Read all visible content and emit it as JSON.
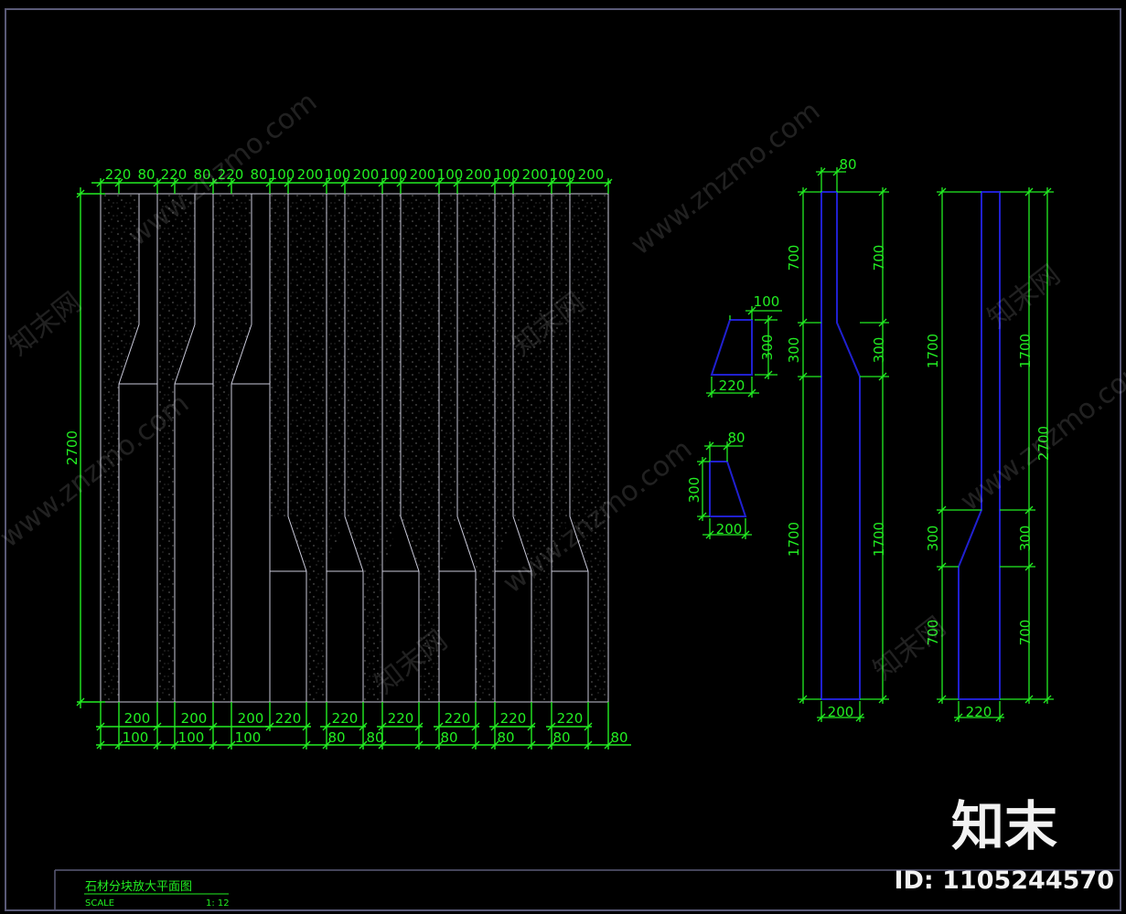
{
  "drawing": {
    "top_dims": [
      "220",
      "80",
      "220",
      "80",
      "220",
      "80",
      "100",
      "200",
      "100",
      "200",
      "100",
      "200",
      "100",
      "200",
      "100",
      "200",
      "100",
      "200"
    ],
    "height_total": "2700",
    "bottom_row1": [
      "200",
      "200",
      "200",
      "220",
      "220",
      "220",
      "220",
      "220",
      "220"
    ],
    "bottom_row2": [
      "100",
      "100",
      "100",
      "80",
      "80",
      "80",
      "80",
      "80",
      "80"
    ]
  },
  "pieces": {
    "piece_a": {
      "top": "100",
      "height": "300",
      "bottom": "220"
    },
    "piece_b": {
      "top": "80",
      "height": "300",
      "bottom": "200"
    }
  },
  "column_1": {
    "top": "80",
    "upper_left": "700",
    "upper_right": "700",
    "mid_left": "300",
    "mid_right": "300",
    "lower_left": "1700",
    "lower_right": "1700",
    "bottom": "200"
  },
  "column_2": {
    "upper_left": "1700",
    "upper_right": "1700",
    "total": "2700",
    "mid_left": "300",
    "mid_right": "300",
    "lower_left": "700",
    "lower_right": "700",
    "bottom": "220"
  },
  "title_block": {
    "title": "石材分块放大平面图",
    "scale_label": "SCALE",
    "scale_value": "1: 12"
  },
  "watermark": {
    "site": "www.znzmo.com",
    "brand_cn": "知末网",
    "logo_text": "知末",
    "id_text": "ID: 1105244570"
  },
  "colors": {
    "dimension": "#22ee22",
    "outline": "#2020d0",
    "panel": "#c8c8d8",
    "frame": "#5a5a78"
  }
}
